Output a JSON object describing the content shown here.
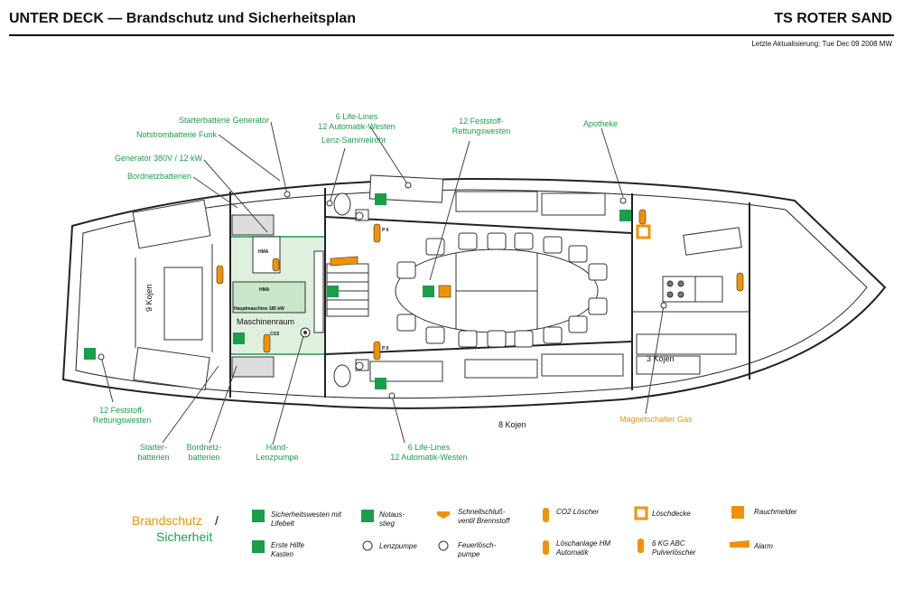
{
  "header": {
    "title": "UNTER DECK — Brandschutz und Sicherheitsplan",
    "ship": "TS ROTER SAND",
    "updated": "Letzte Aktualisierung: Tue Dec 09 2008 MW"
  },
  "labels": {
    "starterbatterie_generator": "Starterbatterie Generator",
    "notstrombatterie_funk": "Notstrombatterie Funk",
    "generator": "Generator 380V / 12 kW",
    "bordnetzbatterien_top": "Bordnetzbatterien",
    "lifelines_top_1": "6 Life-Lines",
    "lifelines_top_2": "12 Automatik-Westen",
    "lenz_sammelrohr": "Lenz-Sammelrohr",
    "feststoff_top_1": "12 Feststoff-",
    "feststoff_top_2": "Rettungswesten",
    "apotheke": "Apotheke",
    "kojen_9": "9 Kojen",
    "maschinenraum": "Maschinenraum",
    "hauptmaschine": "Hauptmaschine 185 kW",
    "hma": "HMA",
    "co2": "CO2",
    "p6": "P 6",
    "kojen_3": "3 Kojen",
    "kojen_8": "8 Kojen",
    "feststoff_bottom_1": "12 Feststoff-",
    "feststoff_bottom_2": "Rettungswesten",
    "starter_1": "Starter-",
    "starter_2": "batterien",
    "bordnetz_1": "Bordnetz-",
    "bordnetz_2": "batterien",
    "hand_1": "Hand-",
    "hand_2": "Lenzpumpe",
    "lifelines_bottom_1": "6 Life-Lines",
    "lifelines_bottom_2": "12 Automatik-Westen",
    "magnetschalter": "Magnetschalter Gas"
  },
  "legend": {
    "heading_fire": "Brandschutz",
    "slash": "/",
    "heading_safety": "Sicherheit",
    "items": {
      "vests_1": "Sicherheitswesten mit",
      "vests_2": "Lifebelt",
      "exit_1": "Notaus-",
      "exit_2": "stieg",
      "valve_1": "Schnellschluß-",
      "valve_2": "ventil Brennstoff",
      "co2_label": "CO2 Löscher",
      "blanket": "Löschdecke",
      "smoke": "Rauchmelder",
      "firstaid_1": "Erste Hilfe",
      "firstaid_2": "Kasten",
      "lenzpumpe": "Lenzpumpe",
      "firepump_1": "Feuerlösch-",
      "firepump_2": "pumpe",
      "hma_1": "Löschanlage HM",
      "hma_2": "Automatik",
      "abc_1": "6 KG ABC",
      "abc_2": "Pulverlöscher",
      "alarm": "Alarm"
    }
  },
  "colors": {
    "green": "#1a9e4a",
    "orange": "#f39200",
    "engine_fill": "#dff0df"
  }
}
